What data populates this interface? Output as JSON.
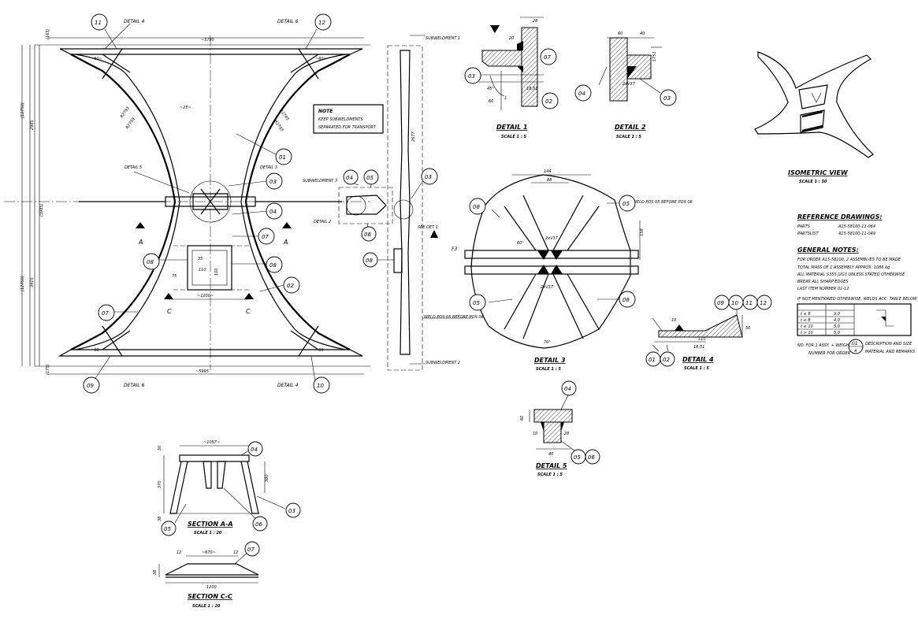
{
  "balloons": {
    "b01": "01",
    "b02": "02",
    "b03": "03",
    "b04": "04",
    "b05": "05",
    "b06": "06",
    "b07": "07",
    "b08": "08",
    "b09": "09",
    "b10": "10",
    "b11": "11",
    "b12": "12"
  },
  "main_view": {
    "detail_4_top": "DETAIL 4",
    "detail_6_top": "DETAIL 6",
    "detail_3_label": "DETAIL 3",
    "detail_5_label": "DETAIL 5",
    "detail_6_bottom": "DETAIL 6",
    "detail_4_bottom": "DETAIL 4",
    "dim_top": "~5795",
    "dim_bottom": "~5995",
    "dim_total_h": "(12750)",
    "dim_upper_h": "2985",
    "dim_lower_h": "3415",
    "dim_mid": "(5985)",
    "dim_top_off": "(165)",
    "dim_bottom_off": "(175)",
    "angle_tl": "~60~",
    "angle_tr": "~60~",
    "angle_bl": "~60~",
    "angle_br": "~60~",
    "radius_center": "~25~",
    "r_left_1": "R2795",
    "r_left_2": "R2795",
    "r_right_1": "R2795",
    "r_right_2": "R2795",
    "dim_box_w": "35",
    "dim_box_h": "100",
    "dim_box_w2": "110",
    "dim_box_top": "75",
    "dim_section": "~1200~",
    "sect_a_left": "A",
    "sect_a_right": "A",
    "sect_c_left": "C",
    "sect_c_right": "C"
  },
  "note": {
    "title": "NOTE",
    "line1": "KEEP SUBWELDMENTS",
    "line2": "SEPARATED FOR TRANSPORT"
  },
  "side_view": {
    "sub1": "SUBWELDMENT 1",
    "sub2": "SUBWELDMENT 2",
    "sub3": "SUBWELDMENT 3",
    "detail_2": "DETAIL 2",
    "see_detail_1": "SEE DET 1",
    "flag_f": "F",
    "weld_note": "WELD POS 05 BEFORE POS 06",
    "dim_side": "2677"
  },
  "detail1": {
    "title": "DETAIL 1",
    "scale": "SCALE 1 : 5",
    "flag": "F",
    "d20": "20",
    "d28": "28",
    "d45": "45°",
    "d1851": "18,51",
    "d1": "1",
    "d60": "60"
  },
  "detail2": {
    "title": "DETAIL 2",
    "scale": "SCALE 1 : 5",
    "d60": "60",
    "d40": "40",
    "d1751": "1751",
    "d2v": "2xV37"
  },
  "detail3": {
    "title": "DETAIL 3",
    "scale": "SCALE 1 : 5",
    "d144": "144",
    "d88": "88",
    "d158": "158",
    "d60": "60°",
    "d2v_top": "2xV37",
    "d2v_bot": "2xV37",
    "d70": "70°",
    "weld_note": "WELD POS 05 BEFORE POS 06",
    "ref": "F3"
  },
  "detail4": {
    "title": "DETAIL 4",
    "scale": "SCALE 1 : 5",
    "d10": "10",
    "d1851": "18,51",
    "d50": "50",
    "d110": "110"
  },
  "detail5": {
    "title": "DETAIL 5",
    "scale": "SCALE 1 : 5",
    "d60": "60",
    "d10": "10",
    "d28": "28",
    "d40": "40"
  },
  "section_aa": {
    "title": "SECTION A-A",
    "scale": "SCALE 1 : 20",
    "d_top": "~1057~",
    "d_h": "370",
    "d_r": "380",
    "d_left": "50",
    "d_bot": "38"
  },
  "section_cc": {
    "title": "SECTION C-C",
    "scale": "SCALE 1 : 20",
    "d_top": "~670~",
    "d_12a": "12",
    "d_12b": "12",
    "d_1200": "1200",
    "d_h": "38"
  },
  "iso": {
    "title": "ISOMETRIC VIEW",
    "scale": "SCALE 1 : 50"
  },
  "refs": {
    "title": "REFERENCE DRAWINGS:",
    "parts_label": "PARTS",
    "parts_value": "A15-58100-11-064",
    "list_label": "PARTSLIST",
    "list_value": "A15-58100-11-049"
  },
  "general_notes": {
    "title": "GENERAL NOTES:",
    "l1": "FOR ORDER A15-58100, 2 ASSEMBLIES TO BE MADE",
    "l2": "TOTAL MASS OF 1 ASSEMBLY APPROX. 1086 kg",
    "l3": "ALL MATERIAL S355 J2G3 UNLESS STATED OTHERWISE",
    "l4": "BREAK ALL SHARP EDGES",
    "l5": "LAST ITEM NUMBER   01-12"
  },
  "welds": {
    "note": "IF NOT MENTIONED OTHERWISE, WELDS ACC. TABLE BELOW",
    "rows": [
      [
        "t ≤ 6",
        "3,0"
      ],
      [
        "t ≤ 8",
        "4,0"
      ],
      [
        "t ≤ 10",
        "5,0"
      ],
      [
        "t > 10",
        "5,0"
      ]
    ]
  },
  "legend": {
    "left1": "NO. FOR 1 ASSY. + WEIGHT",
    "left2": "NUMBER FOR ORDER",
    "bubble": "01",
    "bubble_sub": "A",
    "right1": "DESCRIPTION AND SIZE",
    "right2": "MATERIAL AND REMARKS"
  },
  "callout_bubbles": [
    "09",
    "10",
    "11",
    "12"
  ]
}
